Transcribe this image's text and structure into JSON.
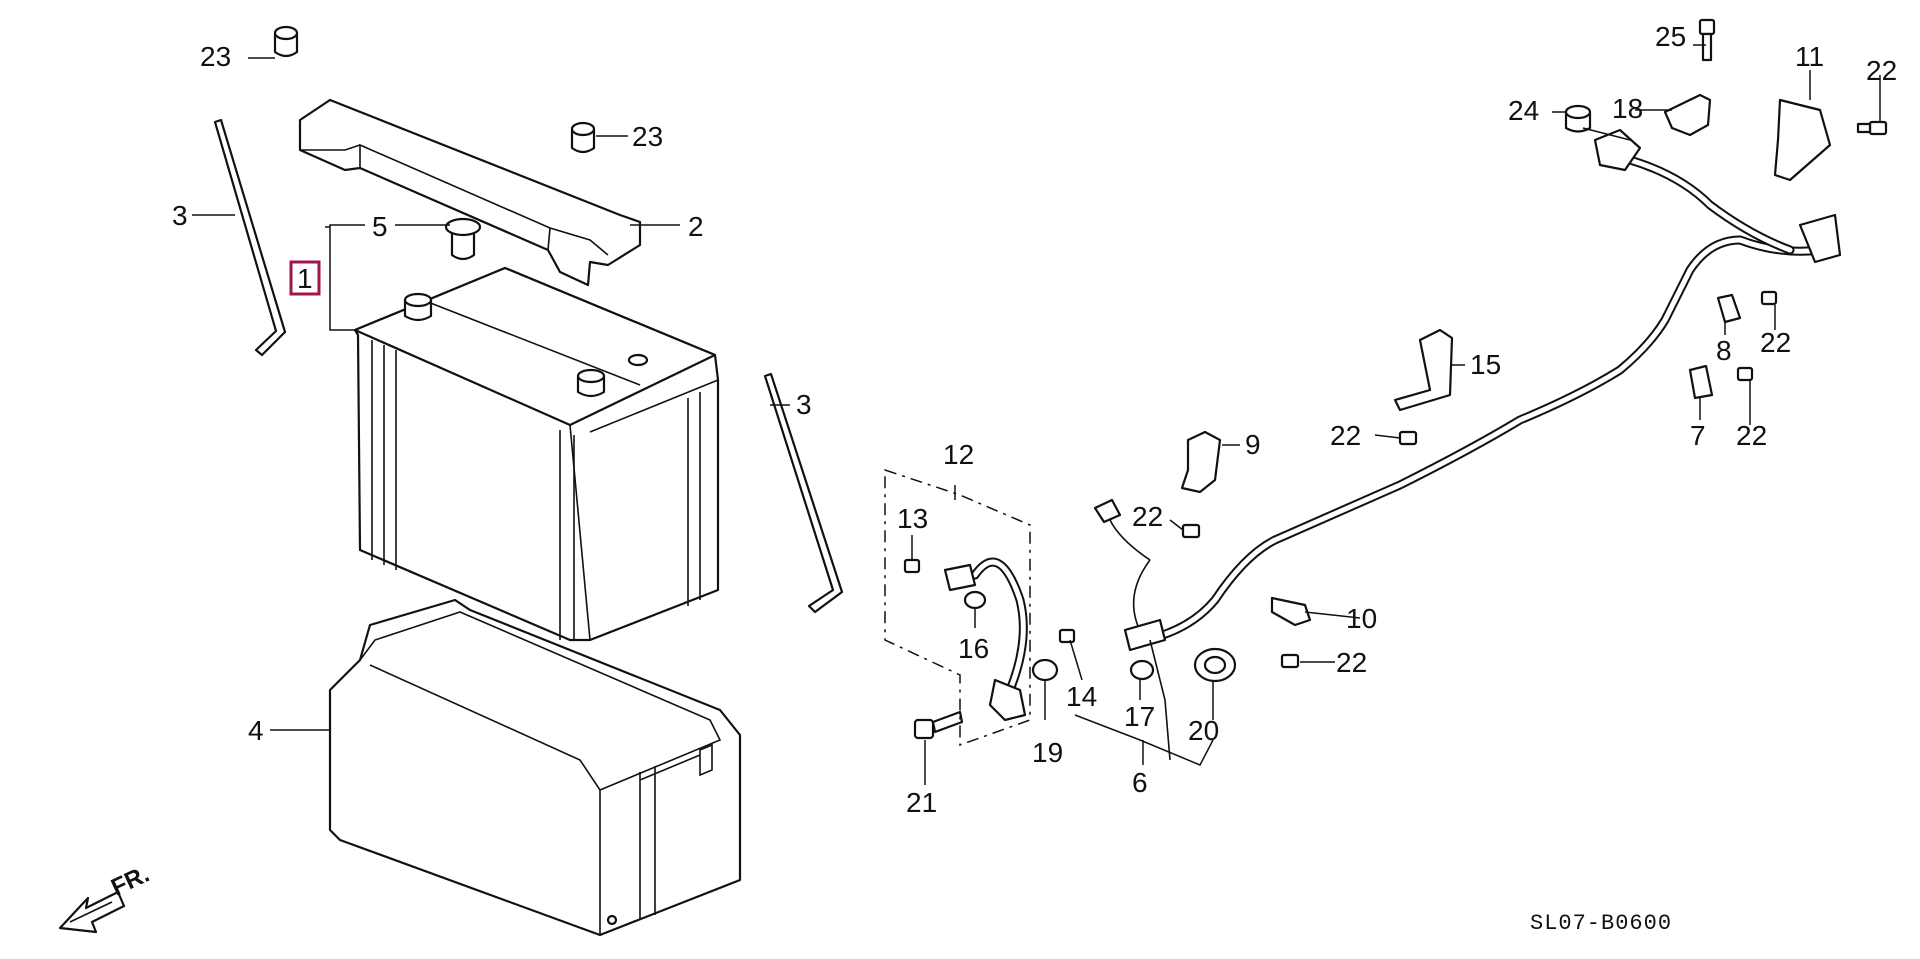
{
  "diagram": {
    "code": "SL07-B0600",
    "front_label": "FR.",
    "highlighted_label": "1"
  },
  "labels": {
    "l1": "1",
    "l2": "2",
    "l3a": "3",
    "l3b": "3",
    "l4": "4",
    "l5": "5",
    "l6": "6",
    "l7": "7",
    "l8": "8",
    "l9": "9",
    "l10": "10",
    "l11": "11",
    "l12": "12",
    "l13": "13",
    "l14": "14",
    "l15": "15",
    "l16": "16",
    "l17": "17",
    "l18": "18",
    "l19": "19",
    "l20": "20",
    "l21": "21",
    "l22a": "22",
    "l22b": "22",
    "l22c": "22",
    "l22d": "22",
    "l22e": "22",
    "l22f": "22",
    "l23a": "23",
    "l23b": "23",
    "l24": "24",
    "l25": "25"
  },
  "colors": {
    "highlight": "#a0154d",
    "ink": "#111111"
  }
}
